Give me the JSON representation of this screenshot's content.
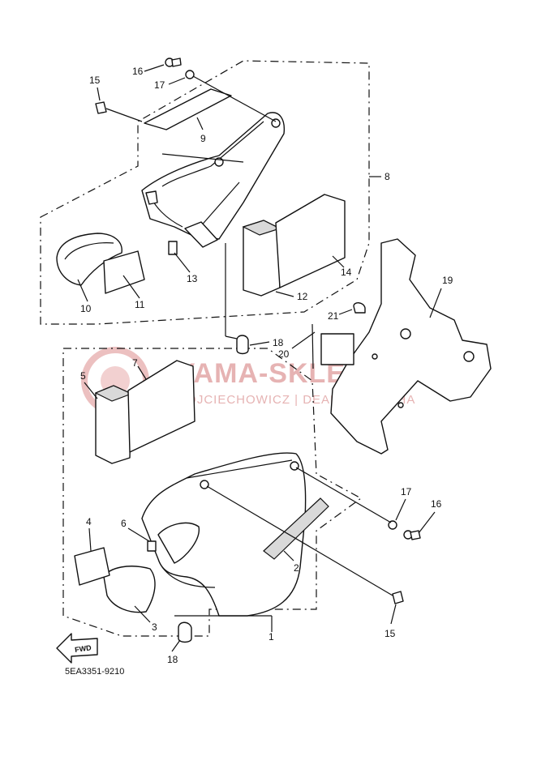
{
  "watermark": {
    "title": "YAMA-SKLEP.PL",
    "subtitle": "WOJCIECHOWICZ | DEALER YAMAHA",
    "color": "#e6b3b3"
  },
  "fwd_label": "FWD",
  "diagram_code": "5EA3351-9210",
  "callouts": {
    "c1": "1",
    "c2": "2",
    "c3": "3",
    "c4": "4",
    "c5": "5",
    "c6": "6",
    "c7": "7",
    "c8": "8",
    "c9": "9",
    "c10": "10",
    "c11": "11",
    "c12": "12",
    "c13": "13",
    "c14": "14",
    "c15a": "15",
    "c15b": "15",
    "c16a": "16",
    "c16b": "16",
    "c17a": "17",
    "c17b": "17",
    "c18a": "18",
    "c18b": "18",
    "c19": "19",
    "c20": "20",
    "c21": "21"
  }
}
